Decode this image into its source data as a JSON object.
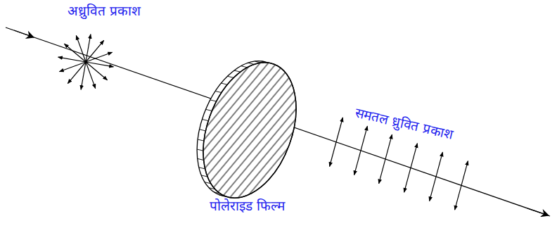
{
  "diagram": {
    "labels": [
      "अध्रुवित प्रकाश",
      "पोलेराइड फिल्म",
      "समतल ध्रुवित प्रकाश"
    ]
  }
}
